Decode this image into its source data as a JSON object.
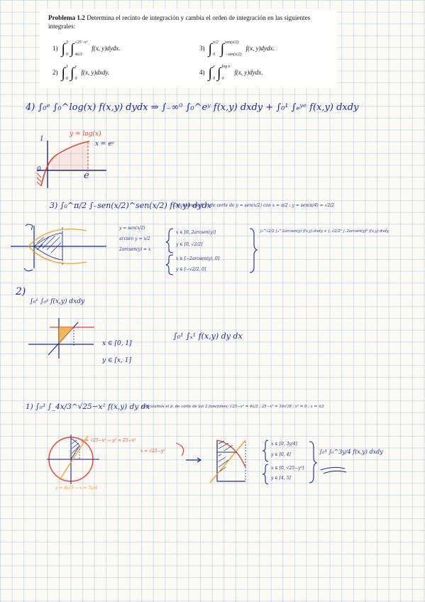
{
  "problem": {
    "label": "Problema 1.2",
    "statement": "Determina el recinto de integración y cambia el orden de integración en las siguientes integrales:",
    "integrals": [
      {
        "num": "1)",
        "outer": {
          "lower": "0",
          "upper": "3"
        },
        "inner": {
          "lower": "4x/3",
          "upper": "√25−x²"
        },
        "body": "f(x, y)dydx."
      },
      {
        "num": "3)",
        "outer": {
          "lower": "0",
          "upper": "π/2"
        },
        "inner": {
          "lower": "−sen(x/2)",
          "upper": "sen(x/2)"
        },
        "body": "f(x, y)dydx."
      },
      {
        "num": "2)",
        "outer": {
          "lower": "0",
          "upper": "1"
        },
        "inner": {
          "lower": "0",
          "upper": "y"
        },
        "body": "f(x, y)dxdy."
      },
      {
        "num": "4)",
        "outer": {
          "lower": "0",
          "upper": "e"
        },
        "inner": {
          "lower": "0",
          "upper": "log x"
        },
        "body": "f(x, y)dydx."
      }
    ]
  },
  "notes": {
    "s4_title": "4) ∫₀ᵉ ∫₀^log(x) f(x,y) dydx ⇒ ∫₋∞⁰ ∫₀^eʸ f(x,y) dxdy + ∫₀¹ ∫ₑʸᵉ f(x,y) dxdy",
    "s4_curve": "y = log(x)",
    "s4_xlabel": "x = eʸ",
    "s4_e": "e",
    "s4_one": "1",
    "s4_zero": "0",
    "s3_title": "3) ∫₀^π/2 ∫₋sen(x/2)^sen(x/2) f(x,y) dydx",
    "s3_note": "Calculamos el p. de corte de y = sen(x/2) con x = π/2 : y = sen(π/4) = √2/2",
    "s3_eq1": "y = sen(x/2)",
    "s3_eq2": "arcsen y = x/2",
    "s3_eq3": "2arcsen(y) = x",
    "s3_o1a": "x ∈ [0, 2arcsen(y)]",
    "s3_o1b": "y ∈ [0, √2/2]",
    "s3_o2a": "x ∈ [−2arcsen(y), 0]",
    "s3_o2b": "y ∈ [−√2/2, 0]",
    "s3_res": "∫₀^√2/2 ∫₀^2arcsen(y) f(x,y) dxdy + ∫₋√2/2⁰ ∫₋2arcsen(y)⁰ f(x,y) dxdy",
    "s2_num": "2)",
    "s2_title": "∫₀¹ ∫₀ʸ f(x,y) dxdy",
    "s2_r1": "x ∈ [0, 1]",
    "s2_r2": "y ∈ [x, 1]",
    "s2_res": "∫₀¹ ∫ₓ¹ f(x,y) dy dx",
    "s1_title": "1) ∫₀³ ∫_4x/3^√25−x² f(x,y) dy dx",
    "s1_note": "Calculamos el p. de corte de las 2 funciones: √25−x² = 4x/3 ; 25−x² = 16x²/9 ; x² = 9 ; x = ±3",
    "s1_circ": "y = √25−x² → y² = 25−x²",
    "s1_circ2": "x = √25−y²",
    "s1_line": "y = 4x/3 → x = 3y/4",
    "s1_o1a": "x ∈ [0, 3y/4]",
    "s1_o1b": "y ∈ [0, 4]",
    "s1_o2a": "x ∈ [0, √25−y²]",
    "s1_o2b": "y ∈ [4, 5]",
    "s1_res": "∫₀⁴ ∫₀^3y/4 f(x,y) dxdy"
  },
  "colors": {
    "ink": "#1a2a8c",
    "red": "#e83e2e",
    "orange": "#f5a020",
    "paper": "#fbfaf5"
  }
}
